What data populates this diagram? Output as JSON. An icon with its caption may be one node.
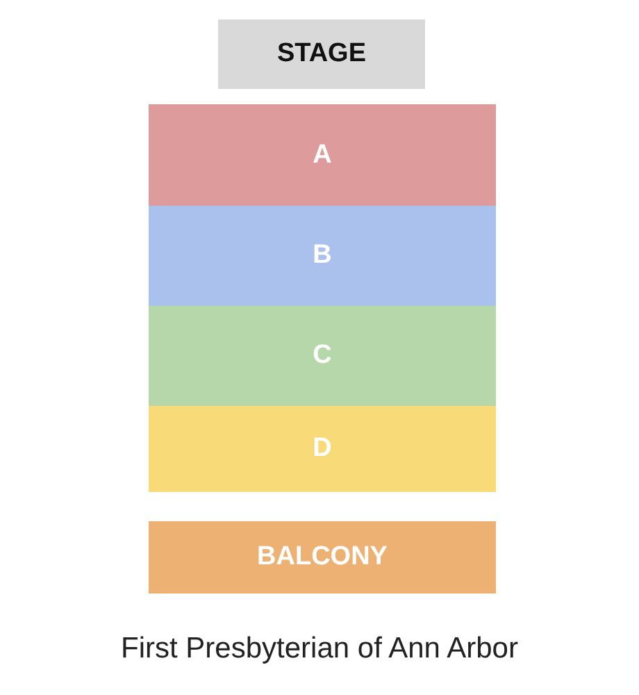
{
  "diagram": {
    "caption": "First Presbyterian of Ann Arbor",
    "nodes": [
      {
        "text": [
          "STAGE"
        ]
      },
      {
        "text": [
          "A"
        ]
      },
      {
        "text": [
          "B"
        ]
      },
      {
        "text": [
          "C"
        ]
      },
      {
        "text": [
          "D"
        ]
      },
      {
        "text": [
          "BALCONY"
        ]
      }
    ]
  }
}
